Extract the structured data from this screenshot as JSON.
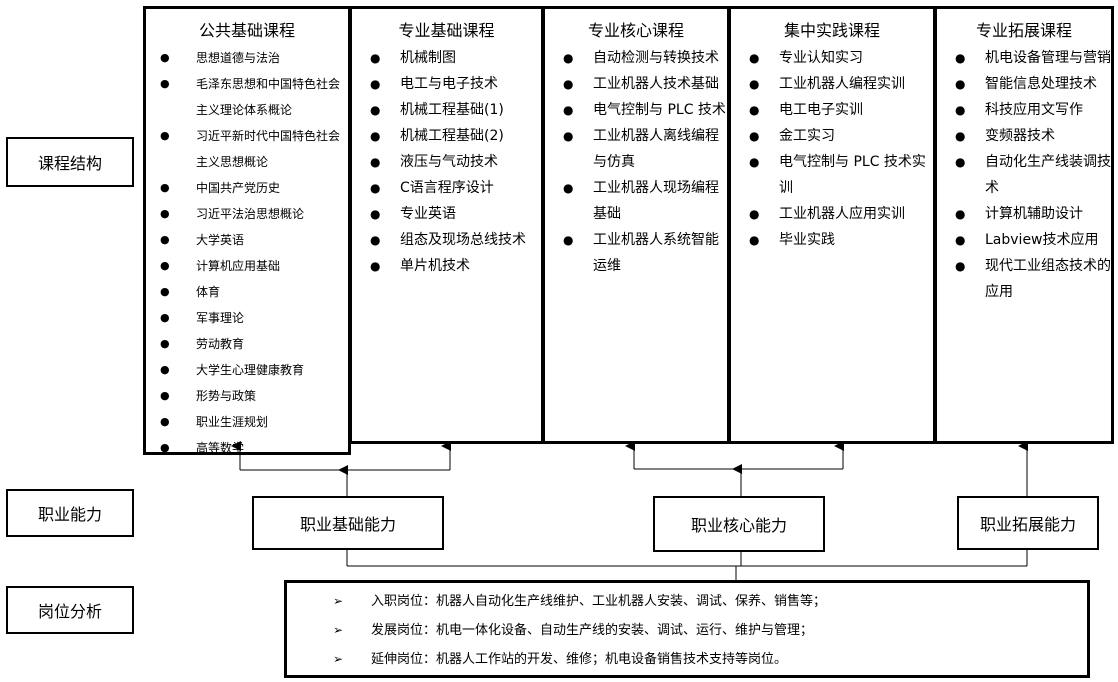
{
  "labels": {
    "course_structure": "课程结构",
    "career_ability": "职业能力",
    "job_analysis": "岗位分析"
  },
  "columns": [
    {
      "title": "公共基础课程",
      "items": [
        "思想道德与法治",
        "毛泽东思想和中国特色社会主义理论体系概论",
        "习近平新时代中国特色社会主义思想概论",
        "中国共产党历史",
        "习近平法治思想概论",
        "大学英语",
        "计算机应用基础",
        "体育",
        "军事理论",
        "劳动教育",
        "大学生心理健康教育",
        "形势与政策",
        "职业生涯规划",
        "高等数学"
      ]
    },
    {
      "title": "专业基础课程",
      "items": [
        "机械制图",
        "电工与电子技术",
        "机械工程基础(1)",
        "机械工程基础(2)",
        "液压与气动技术",
        "C语言程序设计",
        "专业英语",
        "组态及现场总线技术",
        "单片机技术"
      ]
    },
    {
      "title": "专业核心课程",
      "items": [
        "自动检测与转换技术",
        "工业机器人技术基础",
        "电气控制与 PLC 技术",
        "工业机器人离线编程与仿真",
        "工业机器人现场编程基础",
        "工业机器人系统智能运维"
      ]
    },
    {
      "title": "集中实践课程",
      "items": [
        "专业认知实习",
        "工业机器人编程实训",
        "电工电子实训",
        "金工实习",
        "电气控制与 PLC 技术实训",
        "工业机器人应用实训",
        "毕业实践"
      ]
    },
    {
      "title": "专业拓展课程",
      "items": [
        "机电设备管理与营销",
        "智能信息处理技术",
        "科技应用文写作",
        "变频器技术",
        "自动化生产线装调技术",
        "计算机辅助设计",
        "Labview技术应用",
        "现代工业组态技术的应用"
      ]
    }
  ],
  "abilities": {
    "basic": "职业基础能力",
    "core": "职业核心能力",
    "extend": "职业拓展能力"
  },
  "jobs": [
    "入职岗位：机器人自动化生产线维护、工业机器人安装、调试、保养、销售等；",
    "发展岗位：机电一体化设备、自动生产线的安装、调试、运行、维护与管理；",
    "延伸岗位：机器人工作站的开发、维修；机电设备销售技术支持等岗位。"
  ]
}
